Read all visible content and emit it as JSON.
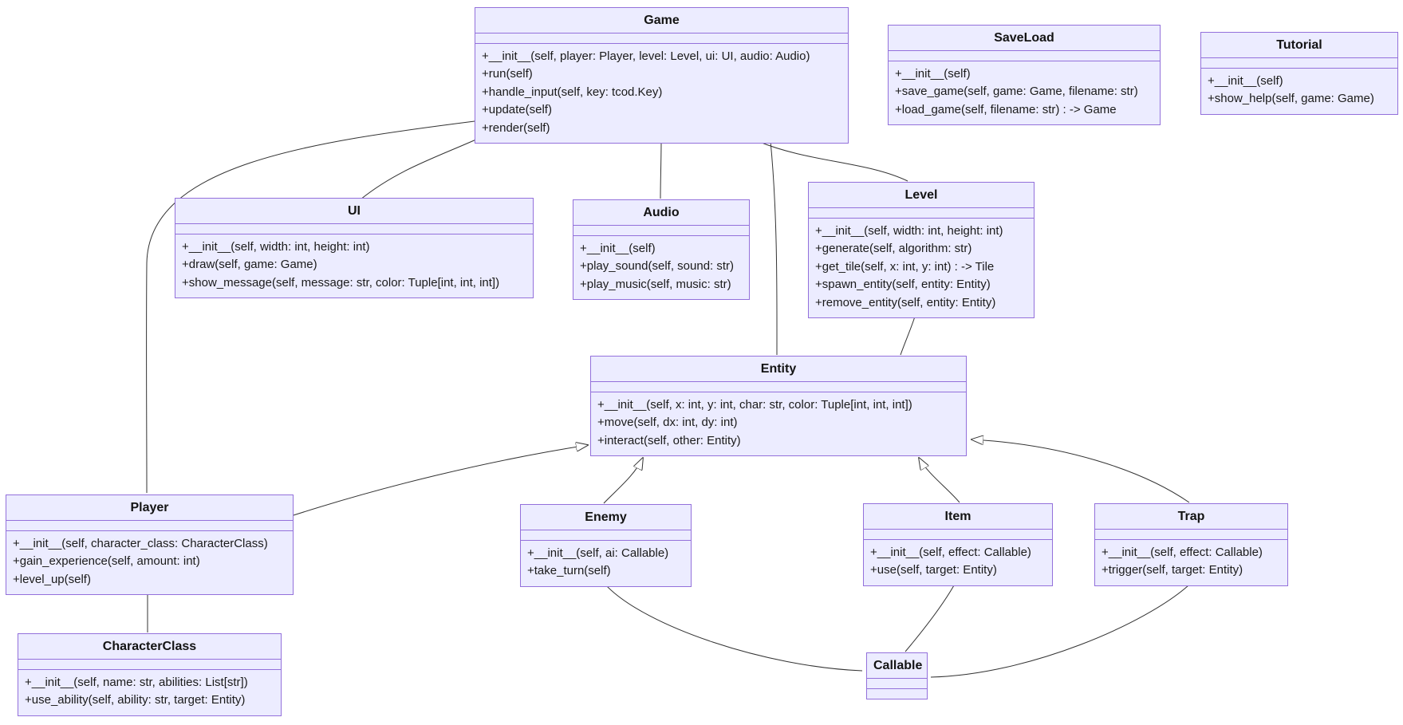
{
  "diagram": {
    "kind": "uml-class-diagram",
    "colors": {
      "box_fill": "#ECECFF",
      "box_border": "#9370DB",
      "edge_line": "#333333",
      "inheritance_arrow_fill": "#ffffff",
      "text": "#1a1a1a",
      "background": "#ffffff"
    },
    "classes": [
      {
        "id": "Game",
        "name": "Game",
        "methods": [
          "+__init__(self, player: Player, level: Level, ui: UI, audio: Audio)",
          "+run(self)",
          "+handle_input(self, key: tcod.Key)",
          "+update(self)",
          "+render(self)"
        ]
      },
      {
        "id": "SaveLoad",
        "name": "SaveLoad",
        "methods": [
          "+__init__(self)",
          "+save_game(self, game: Game, filename: str)",
          "+load_game(self, filename: str) : -> Game"
        ]
      },
      {
        "id": "Tutorial",
        "name": "Tutorial",
        "methods": [
          "+__init__(self)",
          "+show_help(self, game: Game)"
        ]
      },
      {
        "id": "UI",
        "name": "UI",
        "methods": [
          "+__init__(self, width: int, height: int)",
          "+draw(self, game: Game)",
          "+show_message(self, message: str, color: Tuple[int, int, int])"
        ]
      },
      {
        "id": "Audio",
        "name": "Audio",
        "methods": [
          "+__init__(self)",
          "+play_sound(self, sound: str)",
          "+play_music(self, music: str)"
        ]
      },
      {
        "id": "Level",
        "name": "Level",
        "methods": [
          "+__init__(self, width: int, height: int)",
          "+generate(self, algorithm: str)",
          "+get_tile(self, x: int, y: int) : -> Tile",
          "+spawn_entity(self, entity: Entity)",
          "+remove_entity(self, entity: Entity)"
        ]
      },
      {
        "id": "Entity",
        "name": "Entity",
        "methods": [
          "+__init__(self, x: int, y: int, char: str, color: Tuple[int, int, int])",
          "+move(self, dx: int, dy: int)",
          "+interact(self, other: Entity)"
        ]
      },
      {
        "id": "Player",
        "name": "Player",
        "methods": [
          "+__init__(self, character_class: CharacterClass)",
          "+gain_experience(self, amount: int)",
          "+level_up(self)"
        ]
      },
      {
        "id": "CharacterClass",
        "name": "CharacterClass",
        "methods": [
          "+__init__(self, name: str, abilities: List[str])",
          "+use_ability(self, ability: str, target: Entity)"
        ]
      },
      {
        "id": "Enemy",
        "name": "Enemy",
        "methods": [
          "+__init__(self, ai: Callable)",
          "+take_turn(self)"
        ]
      },
      {
        "id": "Item",
        "name": "Item",
        "methods": [
          "+__init__(self, effect: Callable)",
          "+use(self, target: Entity)"
        ]
      },
      {
        "id": "Trap",
        "name": "Trap",
        "methods": [
          "+__init__(self, effect: Callable)",
          "+trigger(self, target: Entity)"
        ]
      },
      {
        "id": "Callable",
        "name": "Callable",
        "methods": []
      }
    ],
    "edges": [
      {
        "from": "Game",
        "to": "UI",
        "type": "association"
      },
      {
        "from": "Game",
        "to": "Player",
        "type": "association"
      },
      {
        "from": "Game",
        "to": "Audio",
        "type": "association"
      },
      {
        "from": "Game",
        "to": "Level",
        "type": "association"
      },
      {
        "from": "Game",
        "to": "Entity",
        "type": "association"
      },
      {
        "from": "Level",
        "to": "Entity",
        "type": "association"
      },
      {
        "from": "Player",
        "to": "Entity",
        "type": "inheritance"
      },
      {
        "from": "Enemy",
        "to": "Entity",
        "type": "inheritance"
      },
      {
        "from": "Item",
        "to": "Entity",
        "type": "inheritance"
      },
      {
        "from": "Trap",
        "to": "Entity",
        "type": "inheritance"
      },
      {
        "from": "Player",
        "to": "CharacterClass",
        "type": "association"
      },
      {
        "from": "Enemy",
        "to": "Callable",
        "type": "association"
      },
      {
        "from": "Item",
        "to": "Callable",
        "type": "association"
      },
      {
        "from": "Trap",
        "to": "Callable",
        "type": "association"
      }
    ]
  }
}
